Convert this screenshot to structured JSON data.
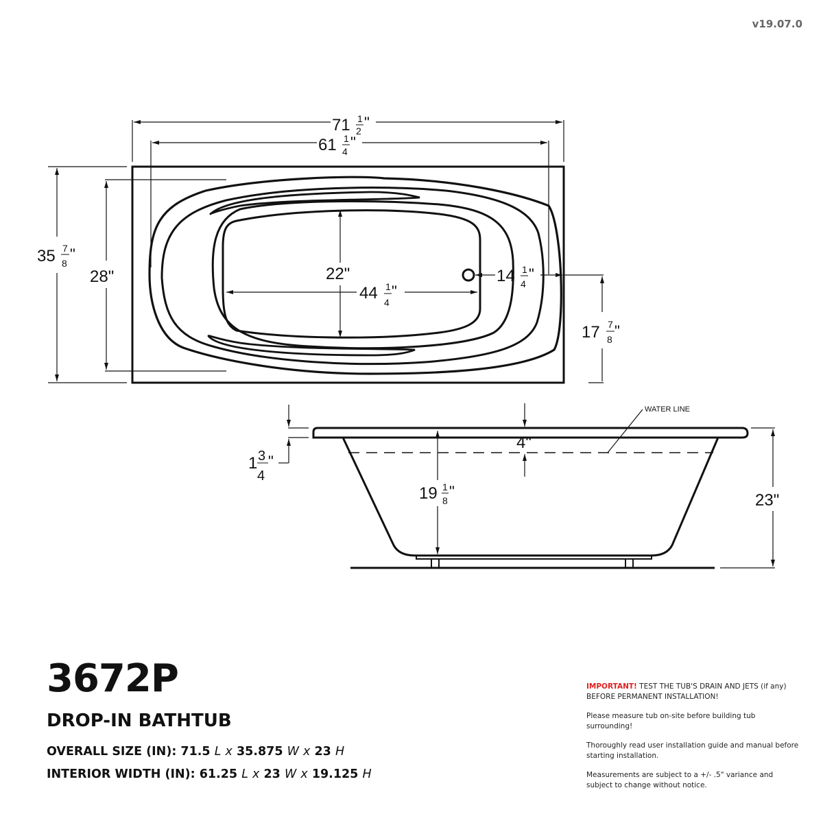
{
  "version": "v19.07.0",
  "top_view": {
    "overall_length": {
      "whole": "71",
      "num": "1",
      "den": "2",
      "unit": "\""
    },
    "interior_length": {
      "whole": "61",
      "num": "1",
      "den": "4",
      "unit": "\""
    },
    "overall_width": {
      "whole": "35",
      "num": "7",
      "den": "8",
      "unit": "\""
    },
    "interior_width": "28\"",
    "bottom_width": "22\"",
    "bottom_length": {
      "whole": "44",
      "num": "1",
      "den": "4",
      "unit": "\""
    },
    "drain_offset": {
      "whole": "14",
      "num": "1",
      "den": "4",
      "unit": "\""
    },
    "drain_from_edge": {
      "whole": "17",
      "num": "7",
      "den": "8",
      "unit": "\""
    }
  },
  "side_view": {
    "rim_thickness": {
      "whole": "1",
      "num": "3",
      "den": "4",
      "unit": "\""
    },
    "water_line_depth": "4\"",
    "interior_depth": {
      "whole": "19",
      "num": "1",
      "den": "8",
      "unit": "\""
    },
    "overall_height": "23\"",
    "water_line_label": "WATER LINE"
  },
  "product": {
    "model": "3672P",
    "type": "DROP-IN BATHTUB",
    "overall_size_label": "OVERALL SIZE (IN):",
    "overall_size": {
      "l": "71.5",
      "w": "35.875",
      "h": "23"
    },
    "interior_label": "INTERIOR WIDTH (IN):",
    "interior_size": {
      "l": "61.25",
      "w": "23",
      "h": "19.125"
    },
    "dim_letters": {
      "l": "L",
      "w": "W",
      "h": "H",
      "x": "x"
    }
  },
  "notes": {
    "important_label": "IMPORTANT!",
    "important_text": " TEST THE TUB'S DRAIN AND JETS (if any) BEFORE PERMANENT INSTALLATION!",
    "note_1": "Please measure tub on-site before building tub surrounding!",
    "note_2": "Thoroughly read user installation guide and manual before starting installation.",
    "note_3": "Measurements are subject to a +/- .5\" variance and subject to change without notice."
  }
}
